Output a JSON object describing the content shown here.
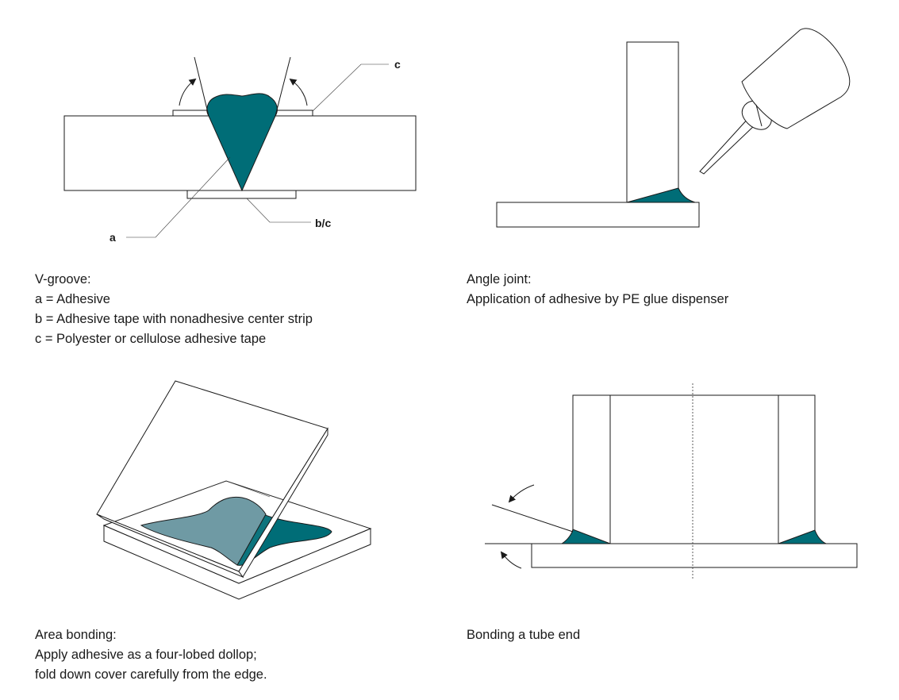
{
  "panels": {
    "vgroove": {
      "labels": {
        "a": "a",
        "bc": "b/c",
        "c": "c"
      },
      "caption": [
        "V-groove:",
        "a = Adhesive",
        "b = Adhesive tape with nonadhesive center strip",
        "c = Polyester or cellulose adhesive tape"
      ]
    },
    "angle_joint": {
      "caption": [
        "Angle joint:",
        "Application of adhesive by PE glue dispenser"
      ]
    },
    "area_bonding": {
      "caption": [
        "Area bonding:",
        "Apply adhesive as a four-lobed dollop;",
        "fold down cover carefully from the edge."
      ]
    },
    "tube_end": {
      "caption": [
        "Bonding a tube end"
      ]
    }
  },
  "colors": {
    "adhesive": "#006d77",
    "adhesive_translucent": "#6f9aa4",
    "line": "#1a1a1a"
  }
}
